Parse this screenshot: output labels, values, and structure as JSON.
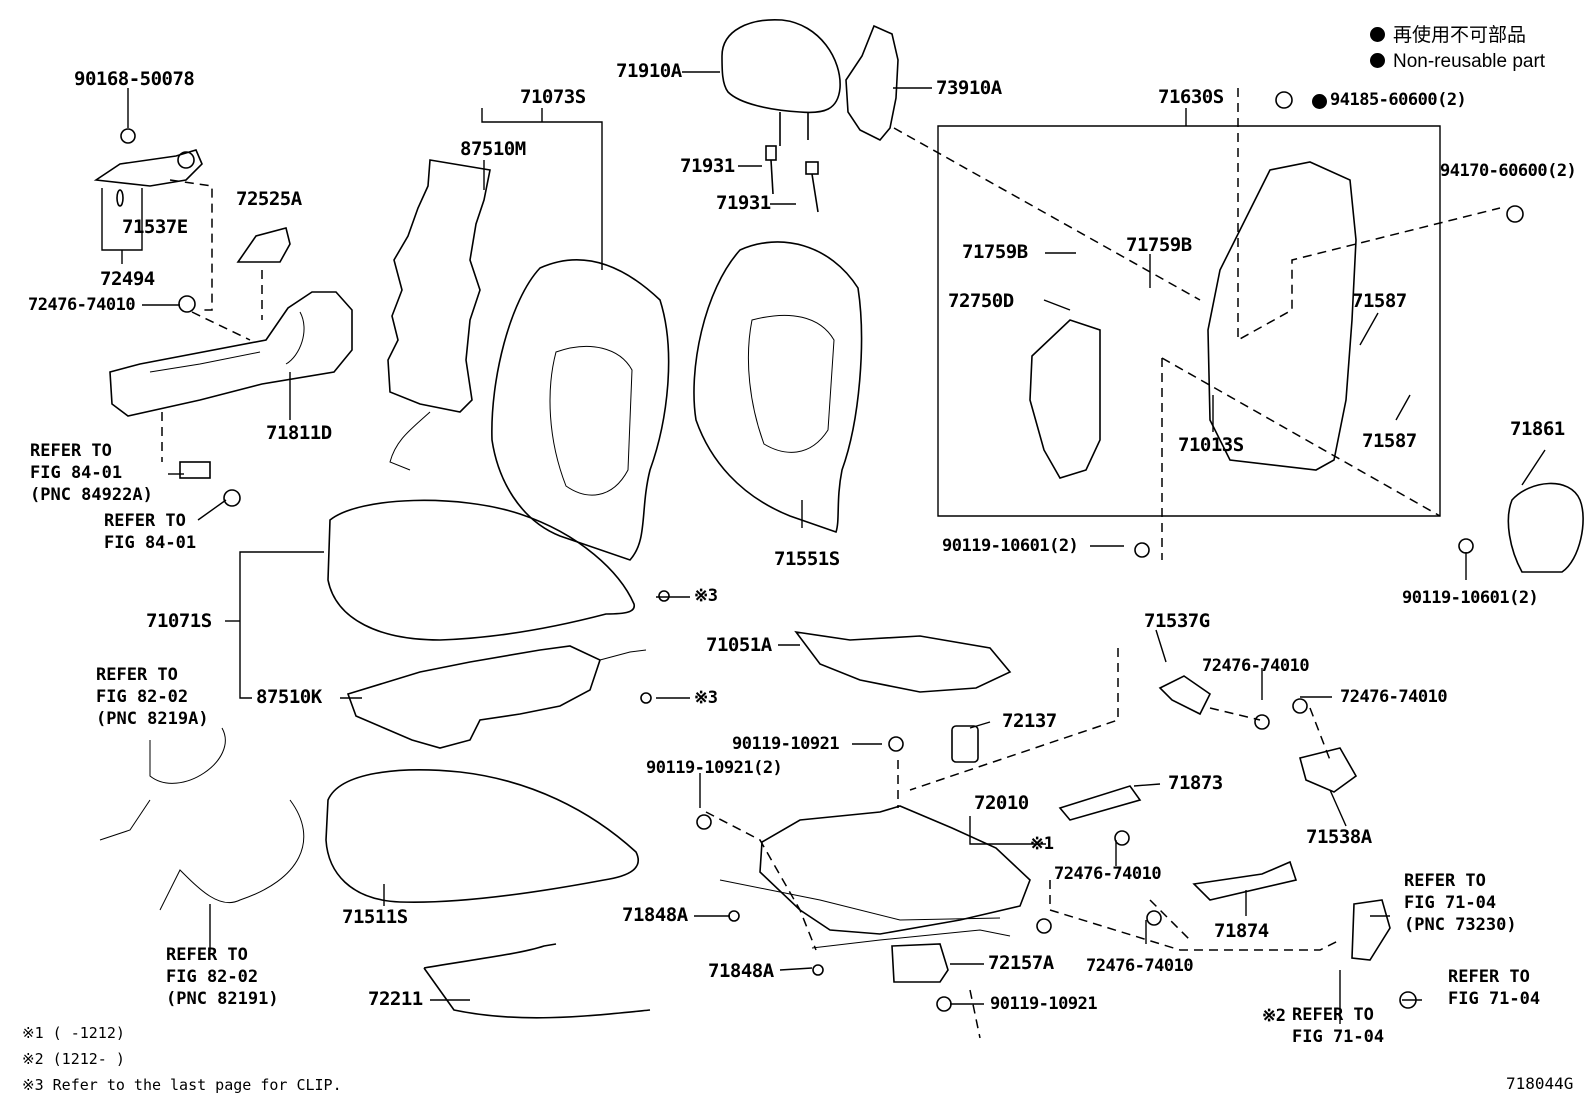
{
  "diagram_id": "718044G",
  "legend": {
    "jp": "再使用不可部品",
    "en": "Non-reusable part"
  },
  "footnotes": {
    "n1": "※1 (      -1212)",
    "n2": "※2 (1212-      )",
    "n3": "※3  Refer to the last page for CLIP."
  },
  "labels": {
    "p90168_50078": "90168-50078",
    "p71537E": "71537E",
    "p72494": "72494",
    "p72525A": "72525A",
    "p72476_74010_a": "72476-74010",
    "p71811D": "71811D",
    "p71073S": "71073S",
    "p87510M": "87510M",
    "p71910A": "71910A",
    "p71931_a": "71931",
    "p71931_b": "71931",
    "p73910A": "73910A",
    "p71630S": "71630S",
    "p94185": "94185-60600(2)",
    "p94170": "94170-60600(2)",
    "p71759B_a": "71759B",
    "p71759B_b": "71759B",
    "p72750D": "72750D",
    "p71587_a": "71587",
    "p71587_b": "71587",
    "p71013S": "71013S",
    "p71861": "71861",
    "p90119_10601_a": "90119-10601(2)",
    "p90119_10601_b": "90119-10601(2)",
    "p71551S": "71551S",
    "p71071S": "71071S",
    "p87510K": "87510K",
    "p71051A": "71051A",
    "p71537G": "71537G",
    "p72476_74010_b": "72476-74010",
    "p72476_74010_c": "72476-74010",
    "p72137": "72137",
    "p90119_10921_a": "90119-10921",
    "p90119_10921_2": "90119-10921(2)",
    "p71873": "71873",
    "p72010": "72010",
    "p72476_74010_d": "72476-74010",
    "p71538A": "71538A",
    "p71511S": "71511S",
    "p71848A_a": "71848A",
    "p71848A_b": "71848A",
    "p72157A": "72157A",
    "p72476_74010_e": "72476-74010",
    "p71874": "71874",
    "p72211": "72211",
    "p90119_10921_b": "90119-10921",
    "clip3_a": "※3",
    "clip3_b": "※3",
    "n1_mark": "※1",
    "n2_mark": "※2"
  },
  "refs": {
    "r1": [
      "REFER TO",
      "FIG 84-01",
      "(PNC 84922A)"
    ],
    "r2": [
      "REFER TO",
      "FIG 84-01"
    ],
    "r3": [
      "REFER TO",
      "FIG 82-02",
      "(PNC 8219A)"
    ],
    "r4": [
      "REFER TO",
      "FIG 82-02",
      "(PNC 82191)"
    ],
    "r5": [
      "REFER TO",
      "FIG 71-04",
      "(PNC 73230)"
    ],
    "r6": [
      "REFER TO",
      "FIG 71-04"
    ],
    "r7": [
      "REFER TO",
      "FIG 71-04"
    ]
  }
}
